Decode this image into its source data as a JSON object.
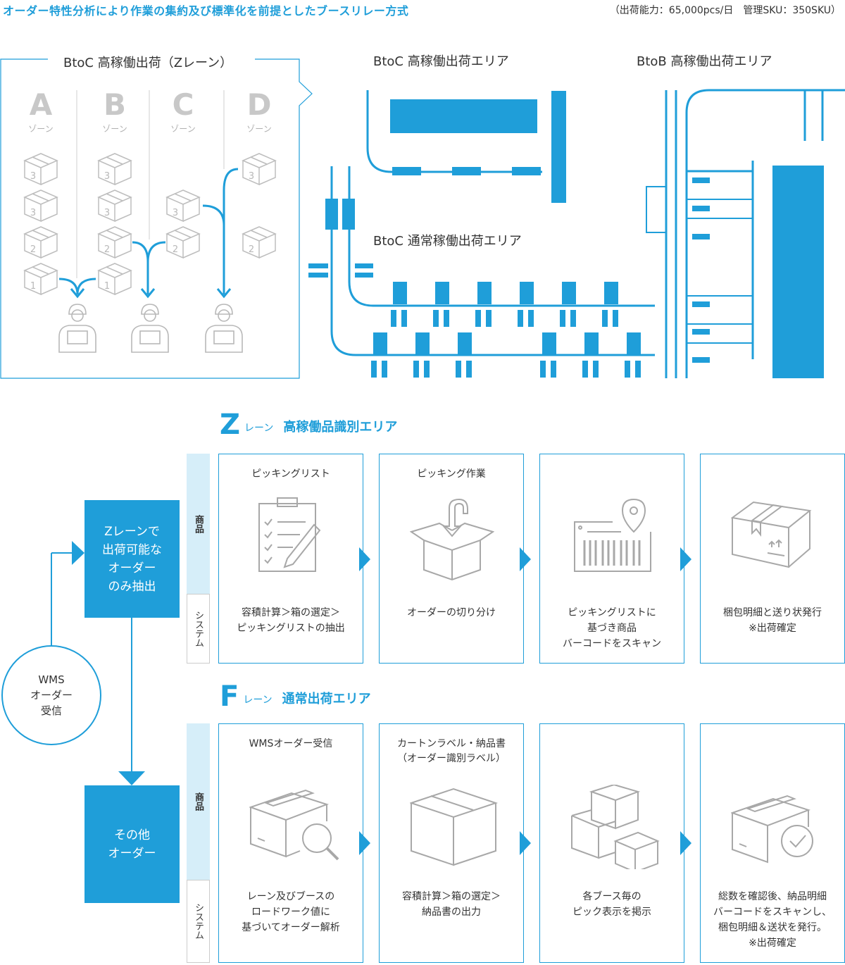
{
  "header": {
    "title": "オーダー特性分析により作業の集約及び標準化を前提としたブースリレー方式",
    "capacity": "（出荷能力：65,000pcs/日　管理SKU：350SKU）"
  },
  "layout_map": {
    "zlane_label": "BtoC 高稼働出荷（Zレーン）",
    "zones": [
      {
        "letter": "A",
        "sub": "ゾーン",
        "boxes": [
          "3",
          "3",
          "2",
          "1"
        ]
      },
      {
        "letter": "B",
        "sub": "ゾーン",
        "boxes": [
          "3",
          "3",
          "2",
          "1"
        ]
      },
      {
        "letter": "C",
        "sub": "ゾーン",
        "boxes": [
          "3",
          "2"
        ]
      },
      {
        "letter": "D",
        "sub": "ゾーン",
        "boxes": [
          "3",
          "2"
        ]
      }
    ],
    "btoc_high_label": "BtoC 高稼働出荷エリア",
    "btob_high_label": "BtoB 高稼働出荷エリア",
    "btoc_normal_label": "BtoC 通常稼働出荷エリア"
  },
  "flow": {
    "wms_circle": "WMS\nオーダー\n受信",
    "z_box": "Zレーンで\n出荷可能な\nオーダー\nのみ抽出",
    "other_box": "その他\nオーダー",
    "tab_product": "商品",
    "tab_system": "システム",
    "z_section": {
      "letter": "Z",
      "lane": "レーン",
      "title": "高稼働品識別エリア",
      "cards": [
        {
          "top": "ピッキングリスト",
          "bottom": "容積計算＞箱の選定＞\nピッキングリストの抽出",
          "icon": "clipboard-icon"
        },
        {
          "top": "ピッキング作業",
          "bottom": "オーダーの切り分け",
          "icon": "open-box-icon"
        },
        {
          "top": "",
          "bottom": "ピッキングリストに\n基づき商品\nバーコードをスキャン",
          "icon": "barcode-scan-icon"
        },
        {
          "top": "",
          "bottom": "梱包明細と送り状発行\n※出荷確定",
          "icon": "shipping-box-icon"
        }
      ]
    },
    "f_section": {
      "letter": "F",
      "lane": "レーン",
      "title": "通常出荷エリア",
      "cards": [
        {
          "top": "WMSオーダー受信",
          "bottom": "レーン及びブースの\nロードワーク値に\n基づいてオーダー解析",
          "icon": "box-search-icon"
        },
        {
          "top": "カートンラベル・納品書\n（オーダー識別ラベル）",
          "bottom": "容積計算＞箱の選定＞\n納品書の出力",
          "icon": "carton-icon"
        },
        {
          "top": "",
          "bottom": "各ブース毎の\nピック表示を掲示",
          "icon": "stacked-boxes-icon"
        },
        {
          "top": "",
          "bottom": "総数を確認後、納品明細\nバーコードをスキャンし、\n梱包明細＆送状を発行。\n※出荷確定",
          "icon": "box-check-icon"
        }
      ]
    }
  },
  "colors": {
    "accent": "#1f9ed9",
    "gray": "#b8b8b8",
    "tab_bg": "#d6eef9"
  }
}
